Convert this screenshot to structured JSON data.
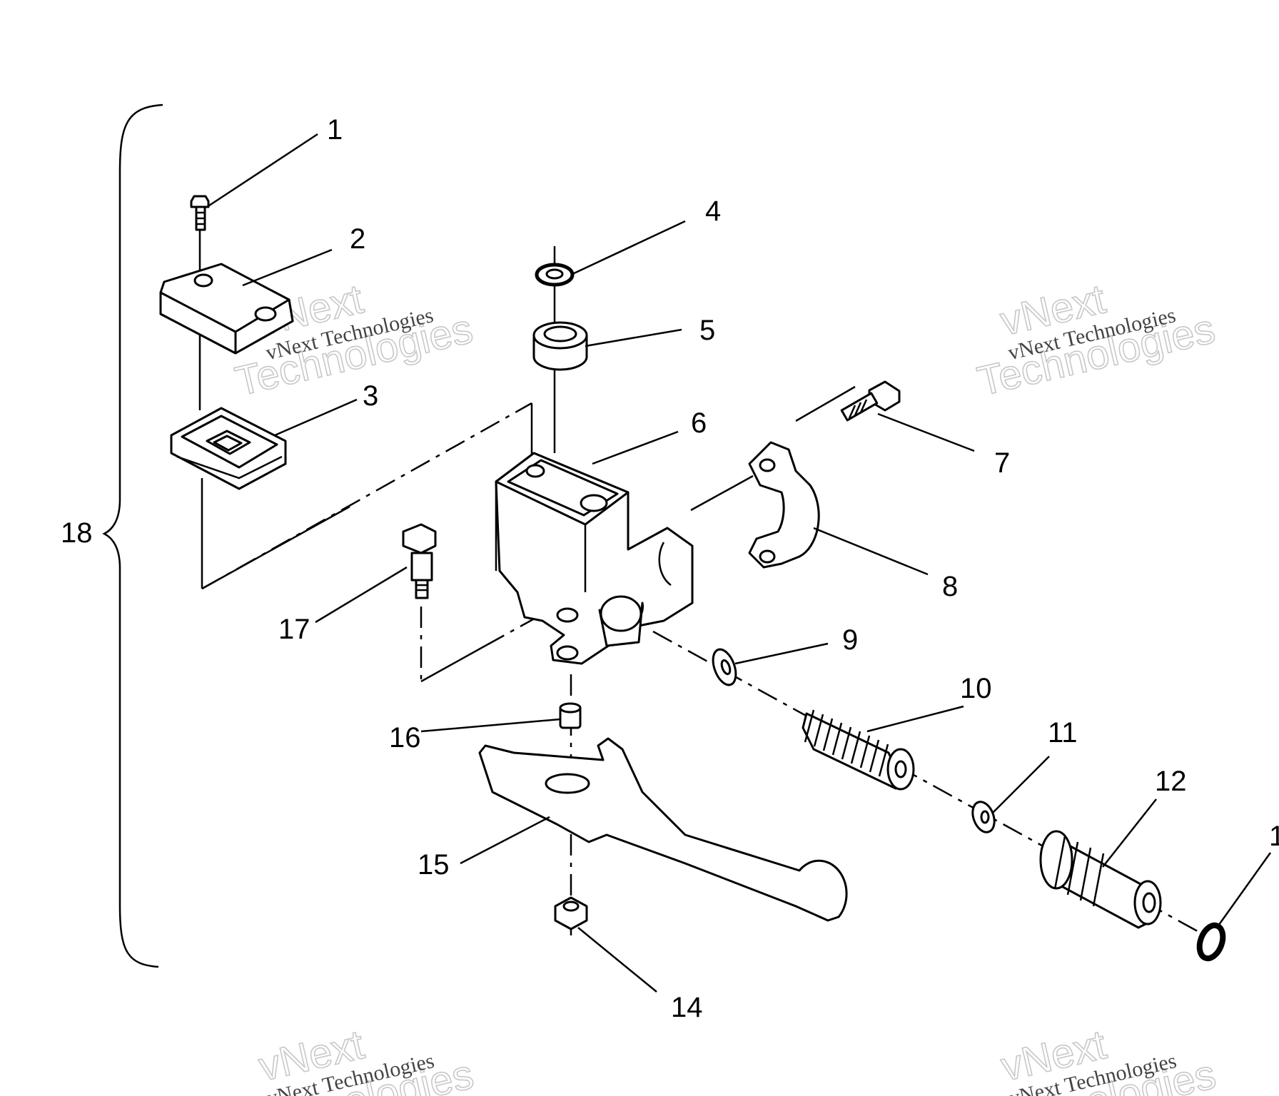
{
  "callouts": {
    "c1": "1",
    "c2": "2",
    "c3": "3",
    "c4": "4",
    "c5": "5",
    "c6": "6",
    "c7": "7",
    "c8": "8",
    "c9": "9",
    "c10": "10",
    "c11": "11",
    "c12": "12",
    "c13": "1",
    "c14": "14",
    "c15": "15",
    "c16": "16",
    "c17": "17",
    "c18": "18"
  },
  "watermarks": {
    "brand_line1": "vNext",
    "brand_line2": "Technologies",
    "brand_full": "vNext Technologies"
  }
}
